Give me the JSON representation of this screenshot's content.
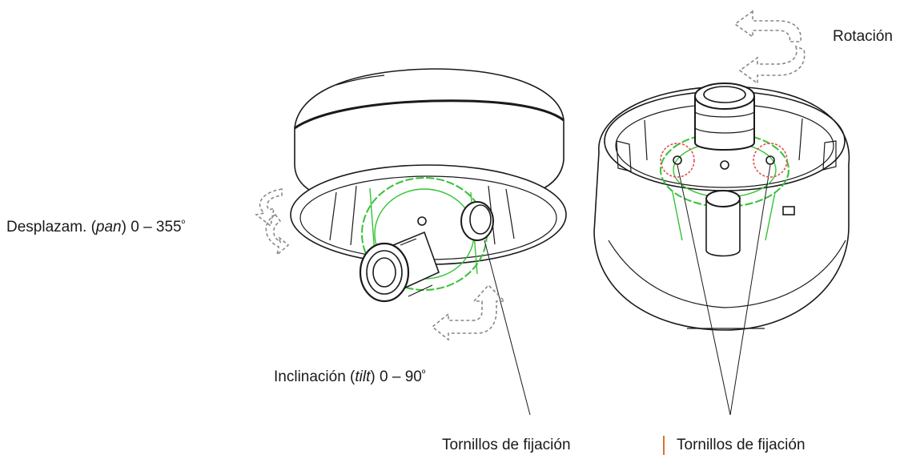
{
  "labels": {
    "rotation": "Rotación",
    "pan_prefix": "Desplazam. (",
    "pan_em": "pan",
    "pan_suffix": ") 0 – 355",
    "pan_degree": "º",
    "tilt_prefix": "Inclinación (",
    "tilt_em": "tilt",
    "tilt_suffix": ") 0 – 90",
    "tilt_degree": "º",
    "screws_left": "Tornillos de fijación",
    "screws_right": "Tornillos de fijación"
  },
  "colors": {
    "line": "#1a1a1a",
    "dashed_arrow": "#888888",
    "mount_green": "#35c235",
    "screw_marker": "#e05050",
    "separator": "#d9742b"
  }
}
